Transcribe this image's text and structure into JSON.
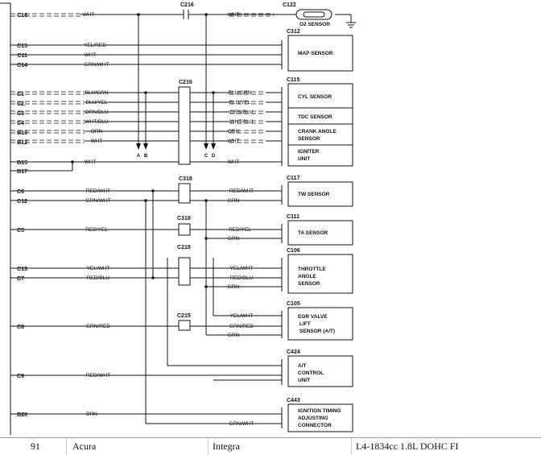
{
  "ecu_pins": [
    "C18",
    "C15",
    "C11",
    "C14",
    "C1",
    "C2",
    "C3",
    "C4",
    "B10",
    "B12",
    "B15",
    "B17",
    "C6",
    "C12",
    "C5",
    "C13",
    "C7",
    "C8",
    "C9",
    "B20"
  ],
  "wires": {
    "w_c18": "WHT",
    "w_c18b": "WHT",
    "w_c15": "YEL/RED",
    "w_c11": "WHT",
    "w_c14": "GRN/WHT",
    "w_c1": "BLU/GRN",
    "w_c2": "BLU/YEL",
    "w_c3": "ORN/BLU",
    "w_c4": "WHT/BLU",
    "w_b10": "ORN",
    "w_b12": "WHT",
    "w_b15": "WHT",
    "w_c1b": "BLU/GRN",
    "w_c2b": "BLU/YEL",
    "w_c3b": "ORN/BLU",
    "w_c4b": "WHT/BLU",
    "w_b10b": "ORN",
    "w_b12b": "WHT",
    "w_b15b": "WHT",
    "w_c6": "RED/WHT",
    "w_c12": "GRN/WHT",
    "w_tw1": "RED/WHT",
    "w_tw2": "GRN",
    "w_c5": "RED/YEL",
    "w_ta1": "RED/YEL",
    "w_ta2": "GRN",
    "w_c13": "YEL/WHT",
    "w_c7": "RED/BLU",
    "w_th1": "YEL/WHT",
    "w_th2": "RED/BLU",
    "w_th3": "GRN",
    "w_egr1": "YEL/WHT",
    "w_c8": "GRN/RED",
    "w_egr2": "GRN/RED",
    "w_egr3": "GRN",
    "w_c9": "RED/WHT",
    "w_b20": "BRN",
    "w_ig2": "GRN/WHT"
  },
  "connectors": {
    "c216a": "C216",
    "c122": "C122",
    "c312": "C312",
    "c216b": "C216",
    "c115": "C115",
    "c318a": "C318",
    "c117": "C117",
    "c318b": "C318",
    "c111": "C111",
    "c218": "C218",
    "c106": "C106",
    "c215": "C215",
    "c105": "C105",
    "c424": "C424",
    "c443": "C443"
  },
  "components": {
    "o2": "O2 SENSOR",
    "map": "MAP SENSOR",
    "cyl": "CYL SENSOR",
    "tdc": "TDC SENSOR",
    "crank": [
      "CRANK ANGLE",
      "SENSOR"
    ],
    "igniter": [
      "IGNITER",
      "UNIT"
    ],
    "tw": "TW SENSOR",
    "ta": "TA SENSOR",
    "throttle": [
      "THROTTLE",
      "ANGLE",
      "SENSOR"
    ],
    "egr": [
      "EGR VALVE",
      "LIFT",
      "SENSOR (A/T)"
    ],
    "at": [
      "A/T",
      "CONTROL",
      "UNIT"
    ],
    "ignition": [
      "IGNITION TIMING",
      "ADJUSTING",
      "CONNECTOR"
    ]
  },
  "splice_labels": [
    "A",
    "B",
    "C",
    "D"
  ],
  "footer": {
    "year": "91",
    "make": "Acura",
    "model": "Integra",
    "engine": "L4-1834cc 1.8L DOHC FI"
  }
}
